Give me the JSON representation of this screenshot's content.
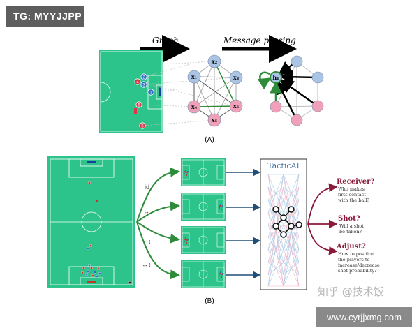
{
  "watermark_top": "TG: MYYJJPP",
  "watermark_bottom": "www.cyrjjxmg.com",
  "watermark_zhihu": "知乎 @技术饭",
  "panel_a": {
    "graph_label": "Graph",
    "message_label": "Message passing",
    "caption": "(A)",
    "players": [
      "1",
      "2",
      "3",
      "4",
      "5",
      "6"
    ],
    "nodes": [
      "x₂",
      "x₃",
      "x₁",
      "x₄",
      "x₆",
      "x₅"
    ],
    "center_node": "h₁"
  },
  "panel_b": {
    "caption": "(B)",
    "transforms": [
      "id",
      "↔",
      "↕",
      "↔↕"
    ],
    "tacticai_title": "TacticAI",
    "outputs": [
      {
        "title": "Receiver?",
        "desc": [
          "Who makes",
          "first contact",
          "with the ball?"
        ]
      },
      {
        "title": "Shot?",
        "desc": [
          "Will a shot",
          "be taken?"
        ]
      },
      {
        "title": "Adjust?",
        "desc": [
          "How to position",
          "the players to",
          "increase/decrease",
          "shot probability?"
        ]
      }
    ]
  },
  "colors": {
    "pitch": "#2cc48a",
    "blue_node": "#aac4e6",
    "pink_node": "#f0a0b8",
    "red_player": "#d83848",
    "blue_player": "#2b6fc0",
    "arrow_green": "#2e8b3a",
    "arrow_navy": "#1f4e79",
    "output_maroon": "#8b1a3a"
  }
}
